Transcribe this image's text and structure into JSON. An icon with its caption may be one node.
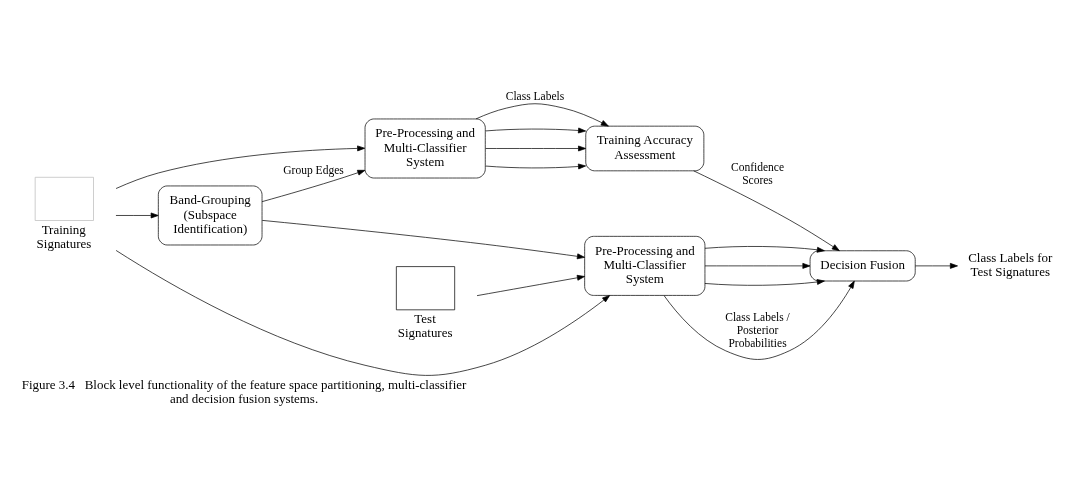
{
  "diagram": {
    "caption": "Figure 3.4   Block level functionality of the feature space partitioning, multi-classifier and decision fusion systems.",
    "nodes": [
      {
        "text": [],
        "shape": "box",
        "beside": [
          "Training Signatures"
        ]
      },
      {
        "text": [],
        "shape": "box",
        "beside": [
          "Test Signatures"
        ]
      },
      {
        "text": [
          "Band-Grouping (Subspace Identification)"
        ]
      },
      {
        "text": [
          "Pre-Processing and Multi-Classifier System"
        ]
      },
      {
        "text": [
          "Training Accuracy Assessment"
        ]
      },
      {
        "text": [
          "Pre-Processing and Multi-Classifier System"
        ]
      },
      {
        "text": [
          "Decision Fusion"
        ]
      },
      {
        "text": [
          "Class Labels for Test Signatures"
        ]
      }
    ],
    "edges": [
      {
        "from": 0,
        "to": 2,
        "arrow": "to"
      },
      {
        "from": 0,
        "to": 3,
        "arrow": "to"
      },
      {
        "from": 2,
        "to": 3,
        "arrow": "to",
        "label": "Group Edges"
      },
      {
        "from": 3,
        "to": 4,
        "arrow": "to",
        "label": "Class Labels"
      },
      {
        "from": 3,
        "to": 4,
        "arrow": "to"
      },
      {
        "from": 3,
        "to": 4,
        "arrow": "to"
      },
      {
        "from": 3,
        "to": 4,
        "arrow": "to"
      },
      {
        "from": 4,
        "to": 6,
        "arrow": "to",
        "label": "Confidence Scores"
      },
      {
        "from": 2,
        "to": 5,
        "arrow": "to"
      },
      {
        "from": 0,
        "to": 5,
        "arrow": "to"
      },
      {
        "from": 1,
        "to": 5,
        "arrow": "to"
      },
      {
        "from": 5,
        "to": 6,
        "arrow": "to",
        "label": "Class Labels / Posterior Probabilities"
      },
      {
        "from": 5,
        "to": 6,
        "arrow": "to"
      },
      {
        "from": 5,
        "to": 6,
        "arrow": "to"
      },
      {
        "from": 5,
        "to": 6,
        "arrow": "to"
      },
      {
        "from": 6,
        "to": 7,
        "arrow": "to"
      }
    ]
  }
}
